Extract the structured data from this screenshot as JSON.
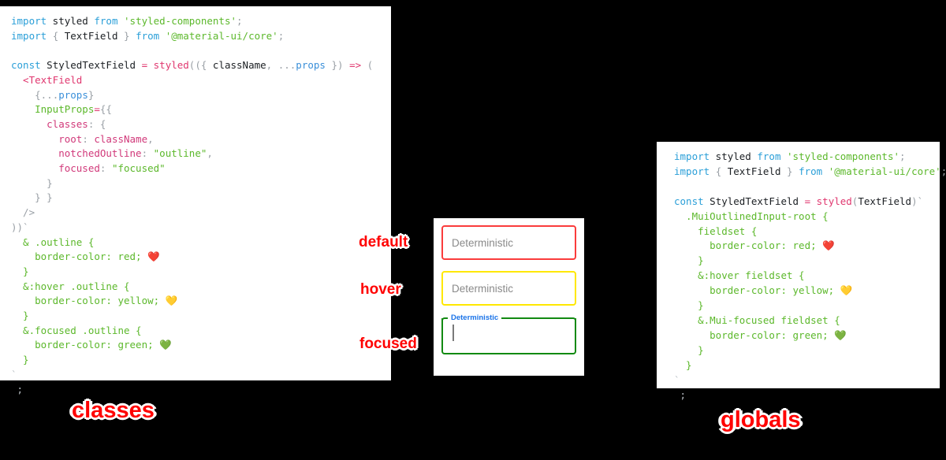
{
  "background_color": "#000000",
  "accent_colors": {
    "annotation_red": "#ff0000",
    "default_border": "#fa3c3c",
    "hover_border": "#ffe800",
    "focused_border": "#128a12",
    "focused_label_blue": "#1a73e8",
    "code_keyword_blue": "#2b9fd8",
    "code_string_green": "#5cb82b",
    "code_function_pink": "#e0376f",
    "code_prop_pink": "#d1397a"
  },
  "left_panel": {
    "caption": "classes",
    "code_lines": [
      [
        {
          "t": "import",
          "c": "kw"
        },
        {
          "t": " styled ",
          "c": "plain"
        },
        {
          "t": "from",
          "c": "kw"
        },
        {
          "t": " ",
          "c": "plain"
        },
        {
          "t": "'styled-components'",
          "c": "str"
        },
        {
          "t": ";",
          "c": "punc"
        }
      ],
      [
        {
          "t": "import",
          "c": "kw"
        },
        {
          "t": " ",
          "c": "plain"
        },
        {
          "t": "{",
          "c": "punc"
        },
        {
          "t": " TextField ",
          "c": "plain"
        },
        {
          "t": "}",
          "c": "punc"
        },
        {
          "t": " ",
          "c": "plain"
        },
        {
          "t": "from",
          "c": "kw"
        },
        {
          "t": " ",
          "c": "plain"
        },
        {
          "t": "'@material-ui/core'",
          "c": "str"
        },
        {
          "t": ";",
          "c": "punc"
        }
      ],
      [],
      [
        {
          "t": "const",
          "c": "kw"
        },
        {
          "t": " StyledTextField ",
          "c": "plain"
        },
        {
          "t": "=",
          "c": "op"
        },
        {
          "t": " ",
          "c": "plain"
        },
        {
          "t": "styled",
          "c": "fn"
        },
        {
          "t": "((",
          "c": "punc"
        },
        {
          "t": "{",
          "c": "punc"
        },
        {
          "t": " className",
          "c": "plain"
        },
        {
          "t": ",",
          "c": "punc"
        },
        {
          "t": " ",
          "c": "plain"
        },
        {
          "t": "...",
          "c": "punc"
        },
        {
          "t": "props",
          "c": "blue"
        },
        {
          "t": " }",
          "c": "punc"
        },
        {
          "t": ")",
          "c": "punc"
        },
        {
          "t": " ",
          "c": "plain"
        },
        {
          "t": "=>",
          "c": "op"
        },
        {
          "t": " (",
          "c": "punc"
        }
      ],
      [
        {
          "t": "  <TextField",
          "c": "fn"
        }
      ],
      [
        {
          "t": "    {",
          "c": "punc"
        },
        {
          "t": "...",
          "c": "punc"
        },
        {
          "t": "props",
          "c": "blue"
        },
        {
          "t": "}",
          "c": "punc"
        }
      ],
      [
        {
          "t": "    InputProps",
          "c": "green"
        },
        {
          "t": "=",
          "c": "op"
        },
        {
          "t": "{{",
          "c": "punc"
        }
      ],
      [
        {
          "t": "      classes",
          "c": "prop"
        },
        {
          "t": ": ",
          "c": "punc"
        },
        {
          "t": "{",
          "c": "punc"
        }
      ],
      [
        {
          "t": "        root",
          "c": "prop"
        },
        {
          "t": ": ",
          "c": "punc"
        },
        {
          "t": "className",
          "c": "prop"
        },
        {
          "t": ",",
          "c": "punc"
        }
      ],
      [
        {
          "t": "        notchedOutline",
          "c": "prop"
        },
        {
          "t": ": ",
          "c": "punc"
        },
        {
          "t": "\"outline\"",
          "c": "str"
        },
        {
          "t": ",",
          "c": "punc"
        }
      ],
      [
        {
          "t": "        focused",
          "c": "prop"
        },
        {
          "t": ": ",
          "c": "punc"
        },
        {
          "t": "\"focused\"",
          "c": "str"
        }
      ],
      [
        {
          "t": "      }",
          "c": "punc"
        }
      ],
      [
        {
          "t": "    } }",
          "c": "punc"
        }
      ],
      [
        {
          "t": "  />",
          "c": "punc"
        }
      ],
      [
        {
          "t": "))`",
          "c": "punc"
        }
      ],
      [
        {
          "t": "  & .outline {",
          "c": "css"
        }
      ],
      [
        {
          "t": "    border-color: red; ",
          "c": "css"
        },
        {
          "t": "❤️",
          "c": "emoji"
        }
      ],
      [
        {
          "t": "  }",
          "c": "css"
        }
      ],
      [
        {
          "t": "  &:hover .outline {",
          "c": "css"
        }
      ],
      [
        {
          "t": "    border-color: yellow; ",
          "c": "css"
        },
        {
          "t": "💛",
          "c": "emoji"
        }
      ],
      [
        {
          "t": "  }",
          "c": "css"
        }
      ],
      [
        {
          "t": "  &.focused .outline {",
          "c": "css"
        }
      ],
      [
        {
          "t": "    border-color: green; ",
          "c": "css"
        },
        {
          "t": "💚",
          "c": "emoji"
        }
      ],
      [
        {
          "t": "  }",
          "c": "css"
        }
      ],
      [
        {
          "t": "`",
          "c": "dim"
        }
      ],
      [
        {
          "t": " ;",
          "c": "dim"
        }
      ]
    ]
  },
  "right_panel": {
    "caption": "globals",
    "code_lines": [
      [
        {
          "t": "import",
          "c": "kw"
        },
        {
          "t": " styled ",
          "c": "plain"
        },
        {
          "t": "from",
          "c": "kw"
        },
        {
          "t": " ",
          "c": "plain"
        },
        {
          "t": "'styled-components'",
          "c": "str"
        },
        {
          "t": ";",
          "c": "punc"
        }
      ],
      [
        {
          "t": "import",
          "c": "kw"
        },
        {
          "t": " ",
          "c": "plain"
        },
        {
          "t": "{",
          "c": "punc"
        },
        {
          "t": " TextField ",
          "c": "plain"
        },
        {
          "t": "}",
          "c": "punc"
        },
        {
          "t": " ",
          "c": "plain"
        },
        {
          "t": "from",
          "c": "kw"
        },
        {
          "t": " ",
          "c": "plain"
        },
        {
          "t": "'@material-ui/core'",
          "c": "str"
        },
        {
          "t": ";",
          "c": "punc"
        }
      ],
      [],
      [
        {
          "t": "const",
          "c": "kw"
        },
        {
          "t": " StyledTextField ",
          "c": "plain"
        },
        {
          "t": "=",
          "c": "op"
        },
        {
          "t": " ",
          "c": "plain"
        },
        {
          "t": "styled",
          "c": "fn"
        },
        {
          "t": "(",
          "c": "punc"
        },
        {
          "t": "TextField",
          "c": "plain"
        },
        {
          "t": ")`",
          "c": "punc"
        }
      ],
      [
        {
          "t": "  .MuiOutlinedInput-root {",
          "c": "css"
        }
      ],
      [
        {
          "t": "    fieldset {",
          "c": "css"
        }
      ],
      [
        {
          "t": "      border-color: red; ",
          "c": "css"
        },
        {
          "t": "❤️",
          "c": "emoji"
        }
      ],
      [
        {
          "t": "    }",
          "c": "css"
        }
      ],
      [
        {
          "t": "    &:hover fieldset {",
          "c": "css"
        }
      ],
      [
        {
          "t": "      border-color: yellow; ",
          "c": "css"
        },
        {
          "t": "💛",
          "c": "emoji"
        }
      ],
      [
        {
          "t": "    }",
          "c": "css"
        }
      ],
      [
        {
          "t": "    &.Mui-focused fieldset {",
          "c": "css"
        }
      ],
      [
        {
          "t": "      border-color: green; ",
          "c": "css"
        },
        {
          "t": "💚",
          "c": "emoji"
        }
      ],
      [
        {
          "t": "    }",
          "c": "css"
        }
      ],
      [
        {
          "t": "  }",
          "c": "css"
        }
      ],
      [
        {
          "t": "`",
          "c": "dim"
        }
      ],
      [
        {
          "t": " ;",
          "c": "dim"
        }
      ]
    ]
  },
  "demo": {
    "fields": [
      {
        "state": "default",
        "annotation": "default",
        "placeholder": "Deterministic",
        "value": "",
        "border_color": "#fa3c3c",
        "has_floating_label": false,
        "has_caret": false
      },
      {
        "state": "hover",
        "annotation": "hover",
        "placeholder": "Deterministic",
        "value": "",
        "border_color": "#ffe800",
        "has_floating_label": false,
        "has_caret": false
      },
      {
        "state": "focused",
        "annotation": "focused",
        "floating_label": "Deterministic",
        "placeholder": "",
        "value": "",
        "border_color": "#128a12",
        "has_floating_label": true,
        "has_caret": true
      }
    ]
  }
}
